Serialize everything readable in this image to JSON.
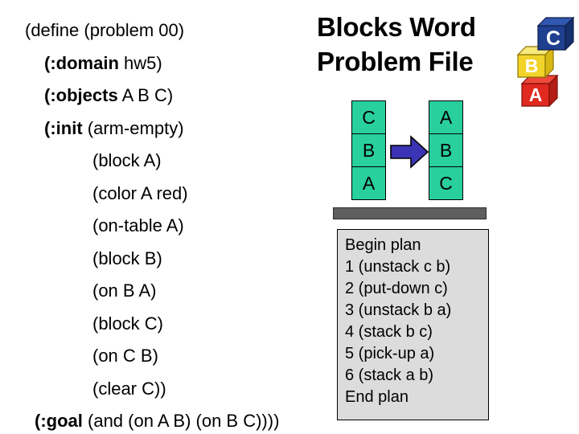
{
  "title": {
    "line1": "Blocks Word",
    "line2": "Problem File"
  },
  "pddl": {
    "lines": [
      {
        "indent": 31,
        "keyword": "",
        "text": "(define (problem 00)"
      },
      {
        "indent": 55,
        "keyword": "(:domain",
        "text": " hw5)"
      },
      {
        "indent": 55,
        "keyword": "(:objects",
        "text": " A B C)"
      },
      {
        "indent": 55,
        "keyword": "(:init",
        "text": " (arm-empty)"
      },
      {
        "indent": 115,
        "keyword": "",
        "text": "(block A)"
      },
      {
        "indent": 115,
        "keyword": "",
        "text": "(color A red)"
      },
      {
        "indent": 115,
        "keyword": "",
        "text": "(on-table A)"
      },
      {
        "indent": 115,
        "keyword": "",
        "text": "(block B)"
      },
      {
        "indent": 115,
        "keyword": "",
        "text": "(on B A)"
      },
      {
        "indent": 115,
        "keyword": "",
        "text": "(block C)"
      },
      {
        "indent": 115,
        "keyword": "",
        "text": "(on C B)"
      },
      {
        "indent": 115,
        "keyword": "",
        "text": "(clear C))"
      },
      {
        "indent": 43,
        "keyword": "(:goal",
        "text": " (and (on A B) (on B C))))"
      }
    ]
  },
  "toy_blocks": {
    "icon_name": "toy-blocks-abc-icon",
    "cubes": [
      {
        "label": "C",
        "color": "#1f3f8f",
        "top_color": "#2f55ab",
        "side_color": "#16306e"
      },
      {
        "label": "B",
        "color": "#f2d32a",
        "top_color": "#f7e266",
        "side_color": "#d4b312"
      },
      {
        "label": "A",
        "color": "#e0291f",
        "top_color": "#ee4a3a",
        "side_color": "#b21d15"
      }
    ]
  },
  "diagram": {
    "initial_stack_label": "initial-state-stack",
    "goal_stack_label": "goal-state-stack",
    "initial_stack": [
      "C",
      "B",
      "A"
    ],
    "goal_stack": [
      "A",
      "B",
      "C"
    ],
    "arrow_name": "right-arrow-icon",
    "table_name": "table-surface",
    "block_color": "#29cf9c",
    "arrow_color": "#3b35b5",
    "table_color": "#5f5f5f"
  },
  "plan": {
    "lines": [
      "Begin plan",
      "1 (unstack c b)",
      "2 (put-down c)",
      "3 (unstack b a)",
      "4 (stack b c)",
      "5 (pick-up a)",
      "6 (stack a b)",
      "End plan"
    ]
  }
}
